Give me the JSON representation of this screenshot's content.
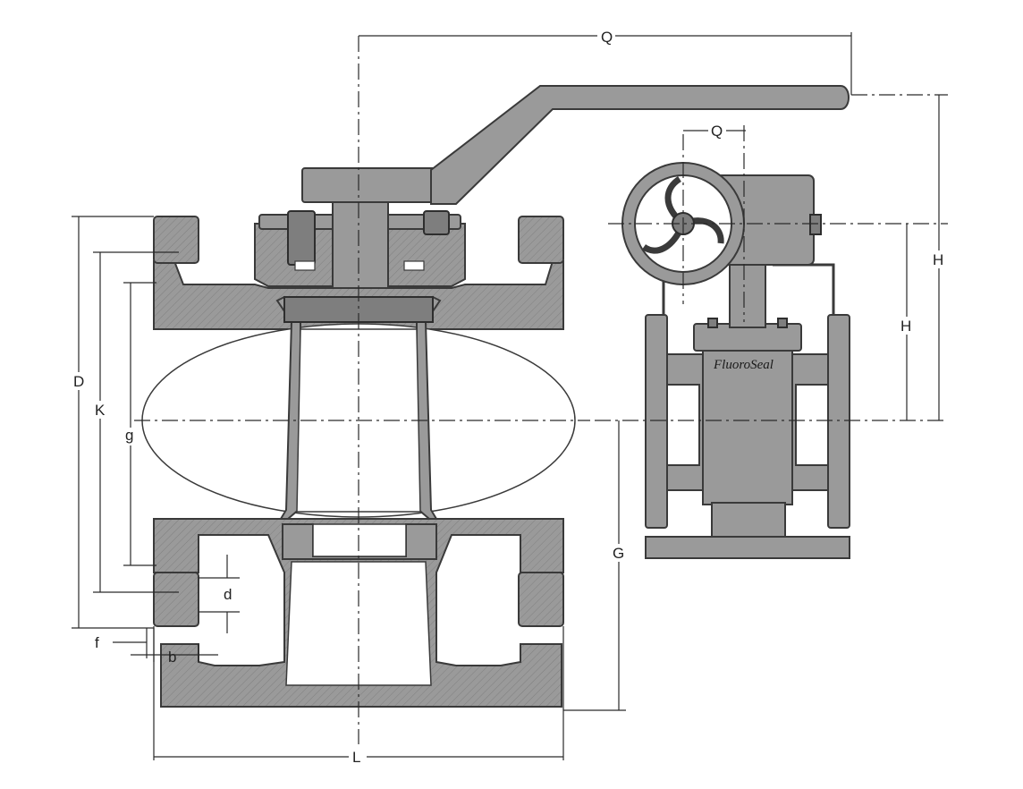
{
  "brand": "FluoroSeal",
  "colors": {
    "body": "#9a9a9a",
    "outline": "#3a3a3a",
    "background": "#ffffff"
  },
  "dimension_labels": {
    "handle_overall": "Q",
    "handle_height": "H",
    "gear_offset": "Q",
    "gear_height": "H",
    "flange_od": "D",
    "bolt_circle": "K",
    "raised_face": "g",
    "bolt_hole": "d",
    "raised_face_height": "f",
    "flange_thickness": "b",
    "center_to_bottom": "G",
    "face_to_face": "L"
  }
}
